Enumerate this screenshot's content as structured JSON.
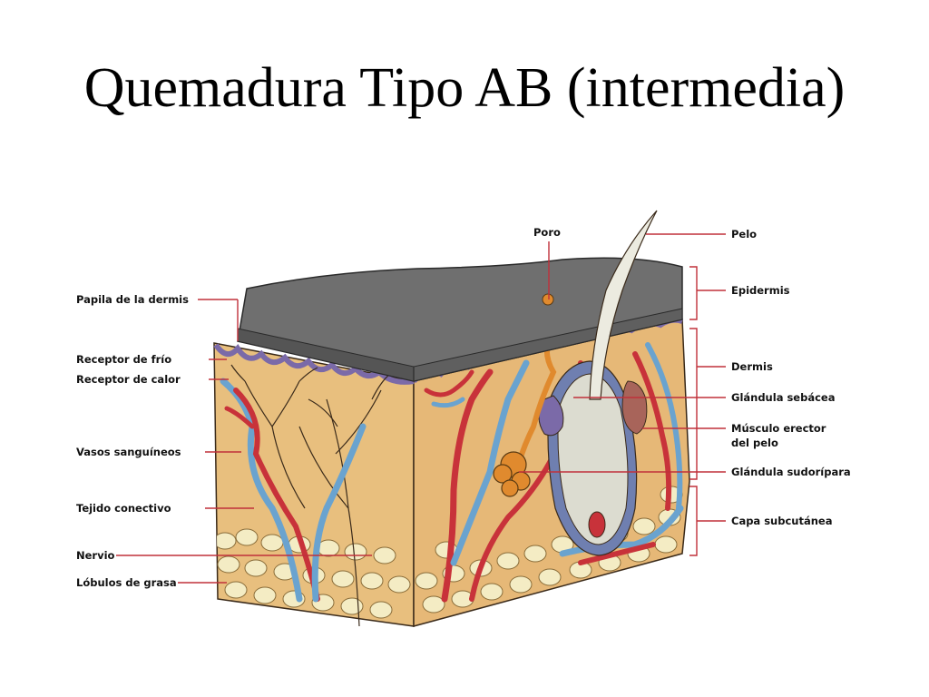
{
  "slide": {
    "title": "Quemadura Tipo AB (intermedia)"
  },
  "diagram": {
    "labels_left": {
      "papila": "Papila de la dermis",
      "receptor_frio": "Receptor de frío",
      "receptor_calor": "Receptor de calor",
      "vasos": "Vasos sanguíneos",
      "tejido": "Tejido conectivo",
      "nervio": "Nervio",
      "lobulos": "Lóbulos de grasa"
    },
    "labels_top": {
      "poro": "Poro"
    },
    "labels_right": {
      "pelo": "Pelo",
      "epidermis": "Epidermis",
      "dermis": "Dermis",
      "glandula_sebacea": "Glándula sebácea",
      "musculo_line1": "Músculo erector",
      "musculo_line2": "del pelo",
      "glandula_sudoripara": "Glándula sudorípara",
      "capa_subcutanea": "Capa subcutánea"
    },
    "colors": {
      "burned_epidermis": "#6f6f6f",
      "dermis": "#e8bf7e",
      "fat_lobule": "#f4ecc4",
      "artery": "#c8323a",
      "vein": "#6aa3cf",
      "sweat_gland": "#e08a2e",
      "leader_line": "#c0303a"
    }
  }
}
